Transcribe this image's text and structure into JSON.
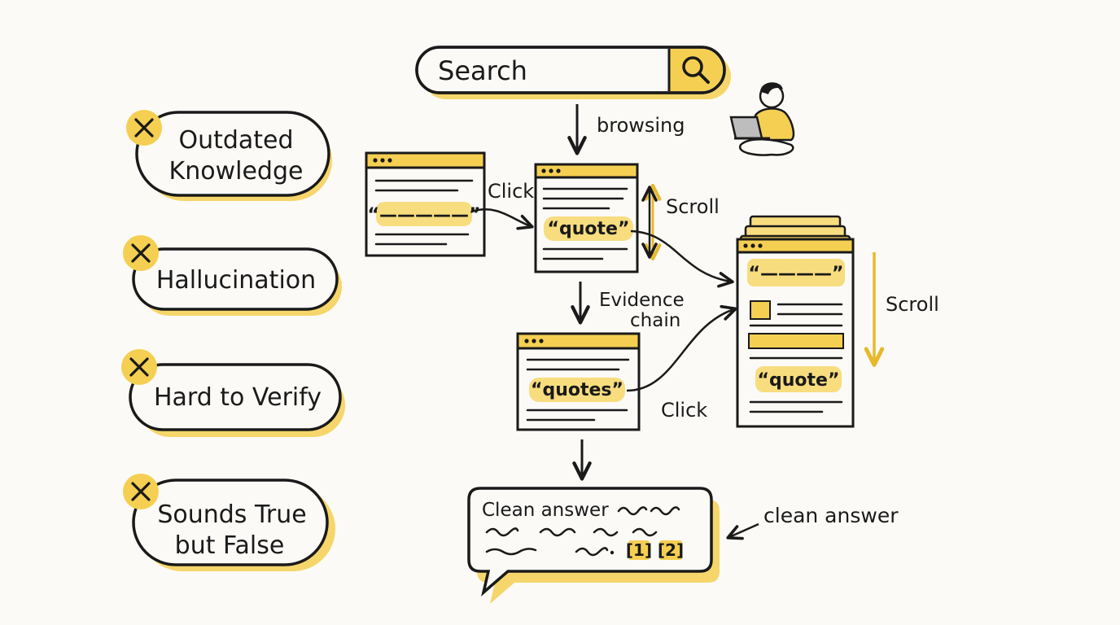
{
  "colors": {
    "ink": "#1a1a1a",
    "accent": "#f5cf52",
    "accent_soft": "#f8dd7f",
    "paper": "#fbfaf7"
  },
  "problems": [
    {
      "lines": [
        "Outdated",
        "Knowledge"
      ],
      "icon": "x-mark-icon"
    },
    {
      "lines": [
        "Hallucination"
      ],
      "icon": "x-mark-icon"
    },
    {
      "lines": [
        "Hard to Verify"
      ],
      "icon": "x-mark-icon"
    },
    {
      "lines": [
        "Sounds True",
        "but False"
      ],
      "icon": "x-mark-icon"
    }
  ],
  "search": {
    "label": "Search",
    "icon": "magnifier-icon"
  },
  "labels": {
    "browsing": "browsing",
    "click_1": "Click",
    "scroll_1": "Scroll",
    "evidence_1": "Evidence",
    "evidence_2": "chain",
    "click_2": "Click",
    "scroll_2": "Scroll",
    "clean_answer": "clean answer"
  },
  "pages": {
    "left_quote": "“—————”",
    "middle_quote": "“quote”",
    "bottom_quote": "“quotes”",
    "stack_quote_top": "“————”",
    "stack_quote_bottom": "“quote”"
  },
  "answer": {
    "text": "Clean answer",
    "citations": [
      "[1]",
      "[2]"
    ]
  },
  "person": {
    "icon": "person-with-laptop-icon"
  }
}
